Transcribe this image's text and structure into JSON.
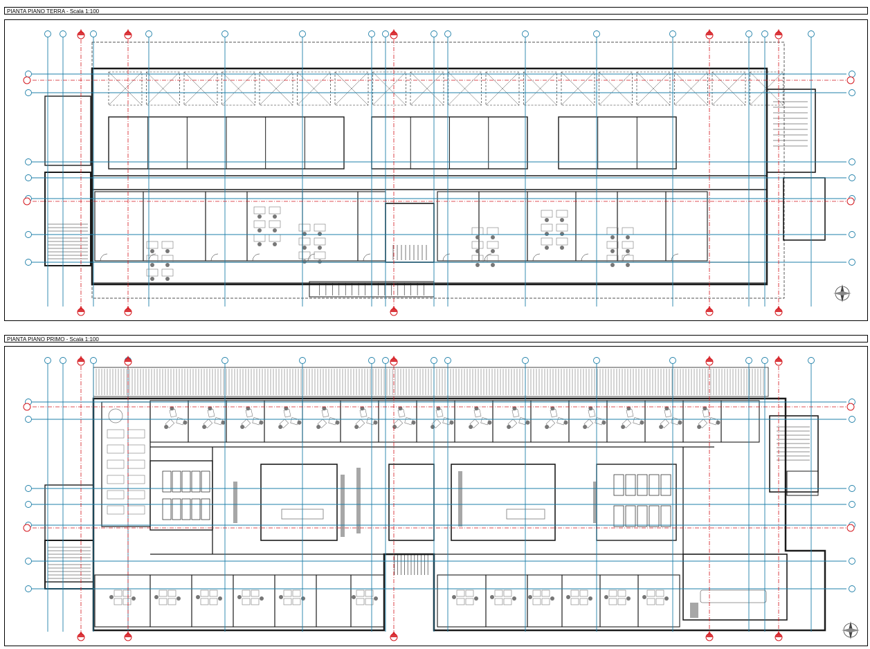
{
  "sheet": {
    "panels": [
      {
        "id": "ground",
        "title": "PIANTA PIANO TERRA - Scala 1:100"
      },
      {
        "id": "first",
        "title": "PIANTA PIANO PRIMO - Scala 1:100"
      }
    ]
  },
  "colors": {
    "line": "#1a1a1a",
    "grid_axis": "#1e7fa8",
    "section_marker": "#d4161c",
    "furniture": "#777777",
    "background": "#ffffff"
  },
  "icons": {
    "north_arrow": "compass-rose-icon",
    "section_marker": "section-cut-marker-icon",
    "grid_bubble": "grid-axis-bubble-icon"
  }
}
